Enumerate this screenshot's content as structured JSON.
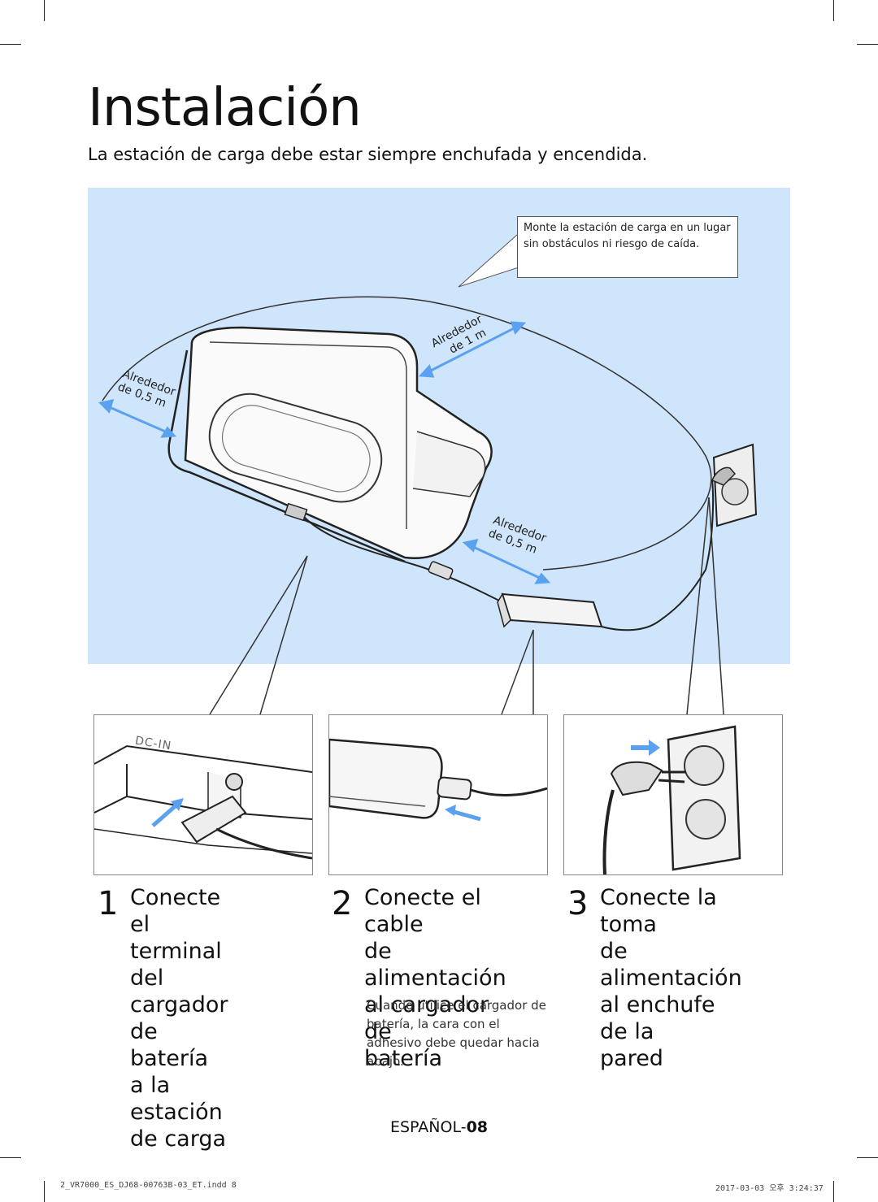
{
  "title": "Instalación",
  "subtitle": "La estación de carga debe estar siempre enchufada y encendida.",
  "figure": {
    "callout": "Monte la estación de carga en un lugar sin obstáculos ni riesgo de caída.",
    "dist_left": {
      "l1": "Alrededor",
      "l2": "de 0,5 m"
    },
    "dist_top": {
      "l1": "Alrededor",
      "l2": "de 1 m"
    },
    "dist_right": {
      "l1": "Alrededor",
      "l2": "de 0,5 m"
    }
  },
  "panel1": {
    "label": "DC-IN"
  },
  "steps": [
    {
      "number": "1",
      "text": "Conecte el\nterminal del\ncargador de\nbatería a la\nestación de carga"
    },
    {
      "number": "2",
      "text": "Conecte el cable\nde alimentación\nal cargador de\nbatería"
    },
    {
      "number": "3",
      "text": "Conecte la toma\nde alimentación\nal enchufe de la\npared"
    }
  ],
  "step2_note": "Cuando utilice el cargador de batería, la cara con el adhesivo debe quedar hacia abajo.",
  "folio": {
    "prefix": "ESPAÑOL-",
    "page": "08"
  },
  "footer": {
    "file": "2_VR7000_ES_DJ68-00763B-03_ET.indd   8",
    "date": "2017-03-03   오후 3:24:37"
  },
  "colors": {
    "scene_bg": "#cfe5fb",
    "arrow_blue": "#5aa2f0"
  }
}
